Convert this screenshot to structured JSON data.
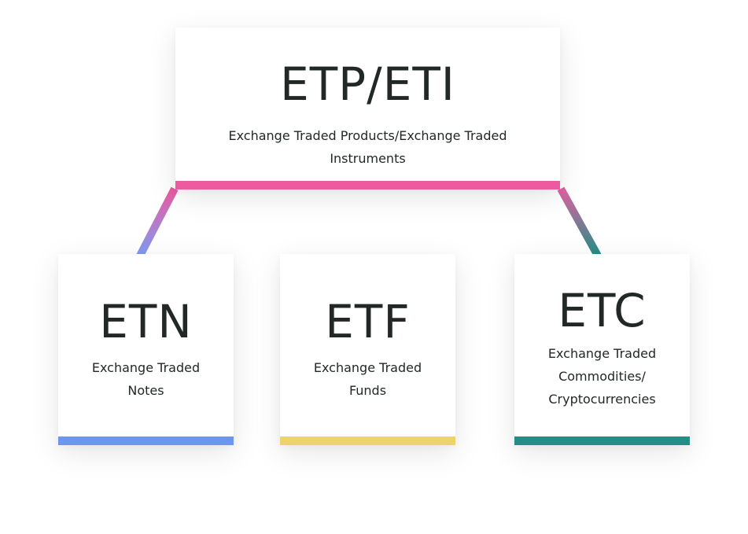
{
  "root": {
    "title": "ETP/ETI",
    "description": "Exchange Traded Products/Exchange Traded Instruments"
  },
  "children": [
    {
      "title": "ETN",
      "description": "Exchange Traded Notes",
      "color": "#6e95f2"
    },
    {
      "title": "ETF",
      "description": "Exchange Traded Funds",
      "color": "#ecd46a"
    },
    {
      "title": "ETC",
      "description": "Exchange Traded Commodities/ Cryptocurrencies",
      "color": "#218f86"
    }
  ],
  "colors": {
    "root_bar": "#ec5a9f",
    "text": "#222826"
  }
}
